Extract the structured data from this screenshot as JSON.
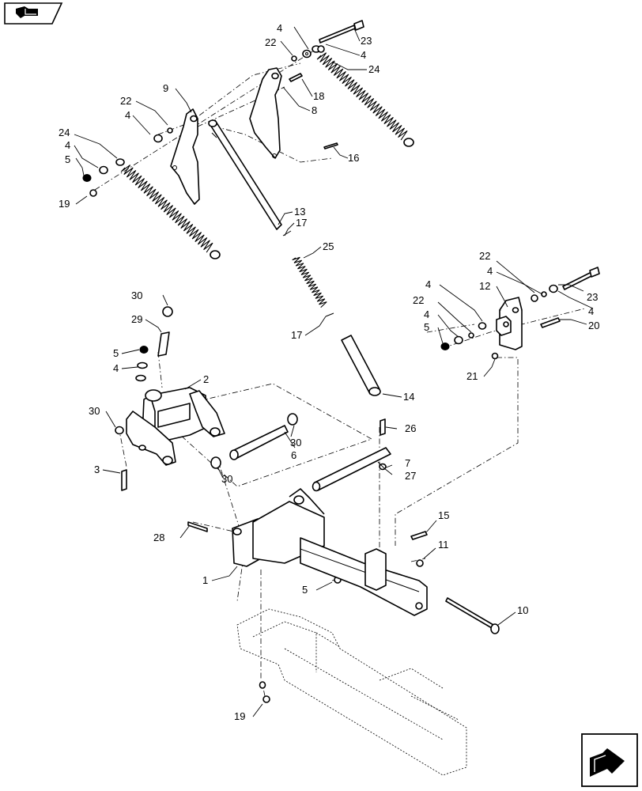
{
  "nav": {
    "prev_icon": "arrow-left-icon",
    "next_icon": "arrow-right-icon"
  },
  "callouts": {
    "c1": "1",
    "c2": "2",
    "c3": "3",
    "c4a": "4",
    "c4b": "4",
    "c4c": "4",
    "c4d": "4",
    "c4e": "4",
    "c4f": "4",
    "c4g": "4",
    "c4h": "4",
    "c4i": "4",
    "c5a": "5",
    "c5b": "5",
    "c5c": "5",
    "c5d": "5",
    "c6": "6",
    "c7": "7",
    "c8": "8",
    "c9": "9",
    "c10": "10",
    "c11": "11",
    "c12": "12",
    "c13": "13",
    "c14": "14",
    "c15": "15",
    "c16": "16",
    "c17a": "17",
    "c17b": "17",
    "c18": "18",
    "c19a": "19",
    "c19b": "19",
    "c20": "20",
    "c21": "21",
    "c22a": "22",
    "c22b": "22",
    "c22c": "22",
    "c22d": "22",
    "c23a": "23",
    "c23b": "23",
    "c24a": "24",
    "c24b": "24",
    "c25": "25",
    "c26": "26",
    "c27": "27",
    "c28": "28",
    "c29": "29",
    "c30a": "30",
    "c30b": "30",
    "c30c": "30",
    "c30d": "30"
  }
}
